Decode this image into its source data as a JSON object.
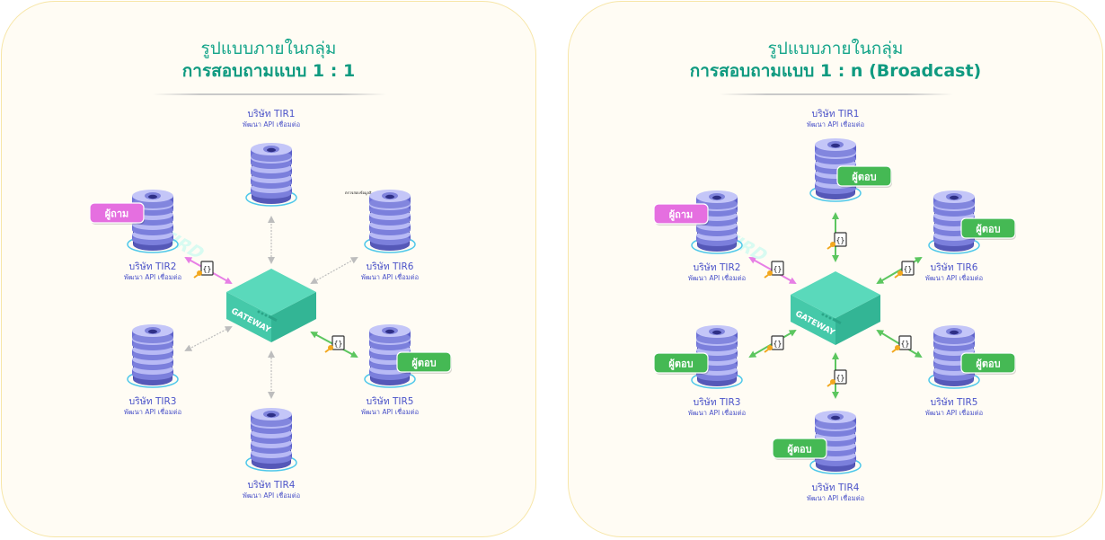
{
  "colors": {
    "panel_bg": "#fffcf4",
    "panel_border": "#f7e6a8",
    "title": "#15a58a",
    "node_label": "#4b53c9",
    "gateway": "#48d1b1",
    "asker_tag": "#e56fe0",
    "responder_tag": "#45b954",
    "arrow_asker": "#e77fe5",
    "arrow_response": "#5cc65f",
    "arrow_idle": "#bdbdbd"
  },
  "panels": [
    {
      "id": "one-to-one",
      "title_line1": "รูปแบบภายในกลุ่ม",
      "title_line2": "การสอบถามแบบ 1 : 1",
      "gateway": {
        "label_top": "TIRD",
        "label_side": "GATEWAY",
        "icon": "gateway-box-icon"
      },
      "stray_note": "ตรวจสอบข้อมูลสิ",
      "nodes": [
        {
          "id": "tir1",
          "name": "บริษัท TIR1",
          "sub": "พัฒนา API เชื่อมต่อ",
          "role": "",
          "link": "idle"
        },
        {
          "id": "tir2",
          "name": "บริษัท TIR2",
          "sub": "พัฒนา API เชื่อมต่อ",
          "role": "ผู้ถาม",
          "link": "asker"
        },
        {
          "id": "tir6",
          "name": "บริษัท TIR6",
          "sub": "พัฒนา API เชื่อมต่อ",
          "role": "",
          "link": "idle"
        },
        {
          "id": "tir3",
          "name": "บริษัท TIR3",
          "sub": "พัฒนา API เชื่อมต่อ",
          "role": "",
          "link": "idle"
        },
        {
          "id": "tir5",
          "name": "บริษัท TIR5",
          "sub": "พัฒนา API เชื่อมต่อ",
          "role": "ผู้ตอบ",
          "link": "response"
        },
        {
          "id": "tir4",
          "name": "บริษัท TIR4",
          "sub": "พัฒนา API เชื่อมต่อ",
          "role": "",
          "link": "idle"
        }
      ]
    },
    {
      "id": "one-to-n",
      "title_line1": "รูปแบบภายในกลุ่ม",
      "title_line2": "การสอบถามแบบ 1 : n (Broadcast)",
      "gateway": {
        "label_top": "TIRD",
        "label_side": "GATEWAY",
        "icon": "gateway-box-icon"
      },
      "nodes": [
        {
          "id": "tir1",
          "name": "บริษัท TIR1",
          "sub": "พัฒนา API เชื่อมต่อ",
          "role": "ผู้ตอบ",
          "link": "response"
        },
        {
          "id": "tir2",
          "name": "บริษัท TIR2",
          "sub": "พัฒนา API เชื่อมต่อ",
          "role": "ผู้ถาม",
          "link": "asker"
        },
        {
          "id": "tir6",
          "name": "บริษัท TIR6",
          "sub": "พัฒนา API เชื่อมต่อ",
          "role": "ผู้ตอบ",
          "link": "response"
        },
        {
          "id": "tir3",
          "name": "บริษัท TIR3",
          "sub": "พัฒนา API เชื่อมต่อ",
          "role": "ผู้ตอบ",
          "link": "response"
        },
        {
          "id": "tir5",
          "name": "บริษัท TIR5",
          "sub": "พัฒนา API เชื่อมต่อ",
          "role": "ผู้ตอบ",
          "link": "response"
        },
        {
          "id": "tir4",
          "name": "บริษัท TIR4",
          "sub": "พัฒนา API เชื่อมต่อ",
          "role": "ผู้ตอบ",
          "link": "response"
        }
      ]
    }
  ],
  "icons": {
    "database": "database-stack-icon",
    "json_file": "json-file-icon",
    "key": "key-icon"
  }
}
